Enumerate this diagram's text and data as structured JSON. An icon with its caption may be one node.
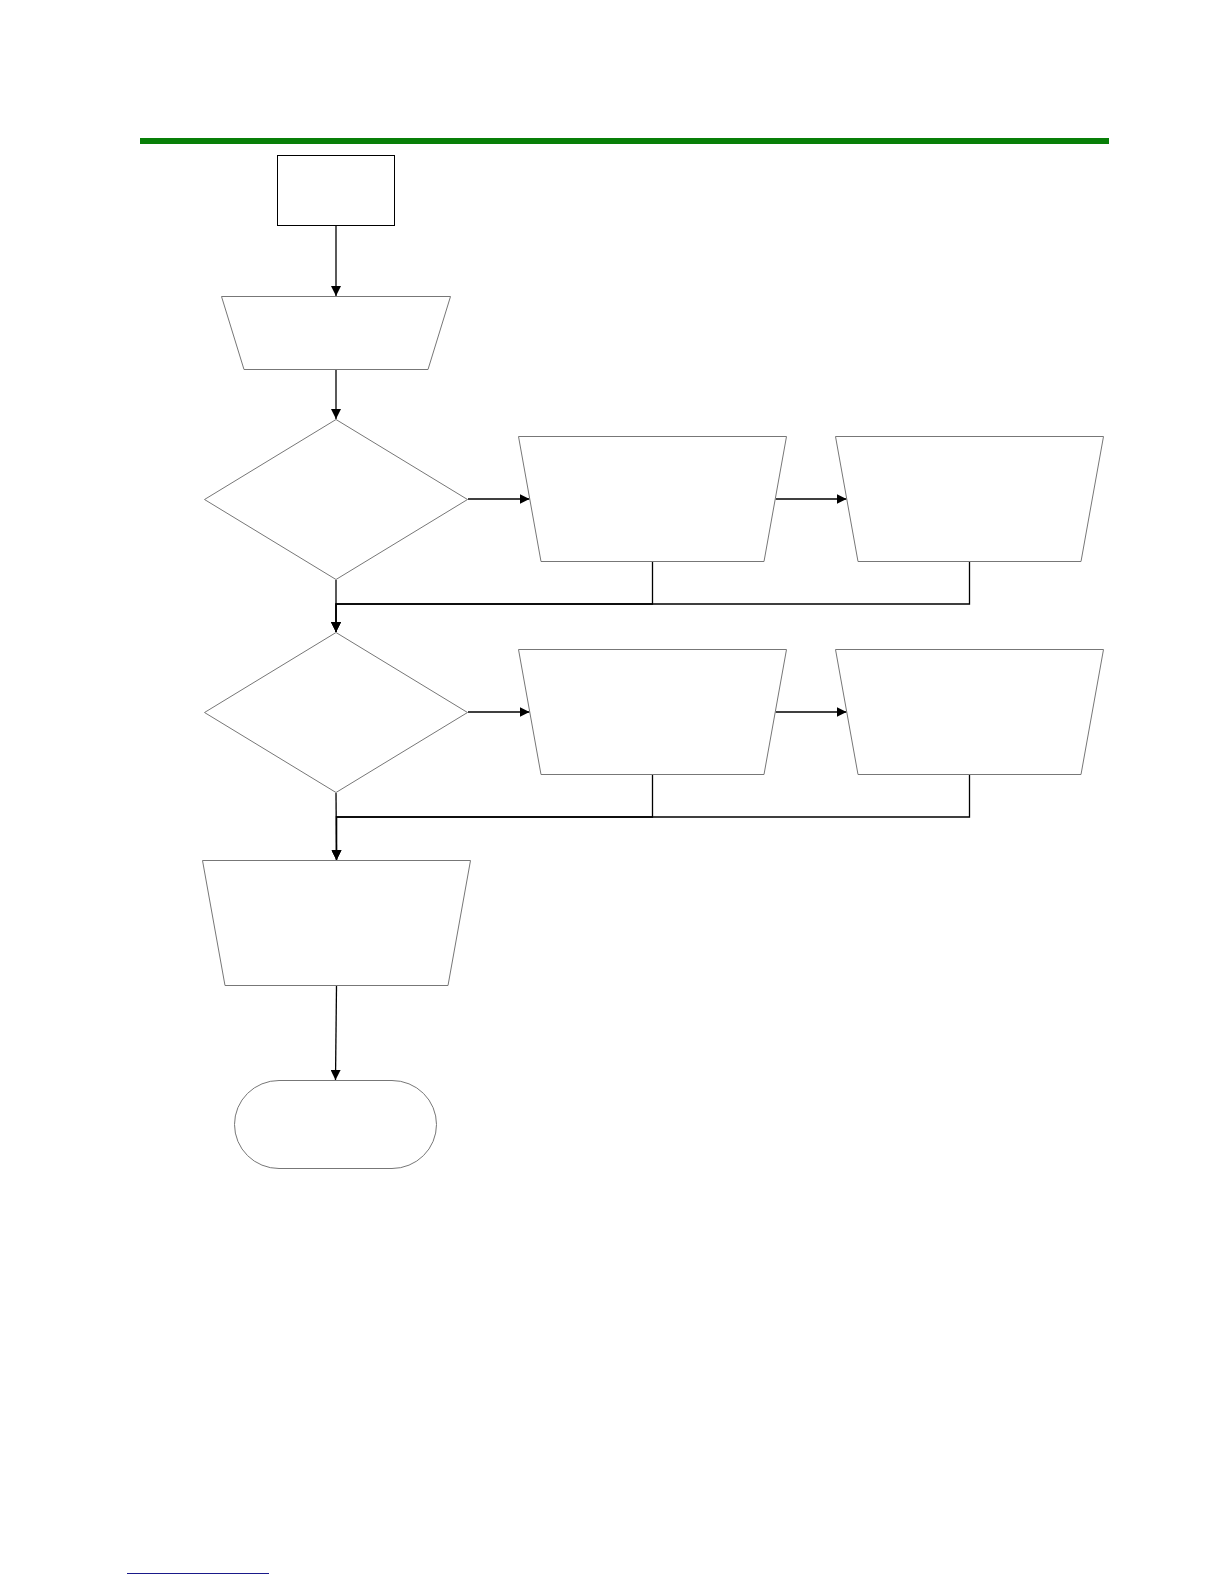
{
  "diagram": {
    "nodes": [
      {
        "text": [],
        "shape": "box"
      },
      {
        "text": [],
        "shape": "trapezoid"
      },
      {
        "text": [],
        "shape": "diamond"
      },
      {
        "text": [],
        "shape": "trapezoid"
      },
      {
        "text": [],
        "shape": "trapezoid"
      },
      {
        "text": [],
        "shape": "diamond"
      },
      {
        "text": [],
        "shape": "trapezoid"
      },
      {
        "text": [],
        "shape": "trapezoid"
      },
      {
        "text": [],
        "shape": "trapezoid"
      },
      {
        "text": [],
        "shape": "oval"
      }
    ],
    "edges": [
      {
        "from": 0,
        "to": 1,
        "arrow": "to"
      },
      {
        "from": 1,
        "to": 2,
        "arrow": "to"
      },
      {
        "from": 2,
        "to": 3,
        "arrow": "to"
      },
      {
        "from": 3,
        "to": 4,
        "arrow": "to"
      },
      {
        "from": 2,
        "to": 5,
        "arrow": "to"
      },
      {
        "from": 3,
        "to": 5,
        "arrow": "to"
      },
      {
        "from": 4,
        "to": 5,
        "arrow": "to"
      },
      {
        "from": 5,
        "to": 6,
        "arrow": "to"
      },
      {
        "from": 6,
        "to": 7,
        "arrow": "to"
      },
      {
        "from": 5,
        "to": 8,
        "arrow": "to"
      },
      {
        "from": 6,
        "to": 8,
        "arrow": "to"
      },
      {
        "from": 7,
        "to": 8,
        "arrow": "to"
      },
      {
        "from": 8,
        "to": 9,
        "arrow": "to"
      }
    ]
  }
}
